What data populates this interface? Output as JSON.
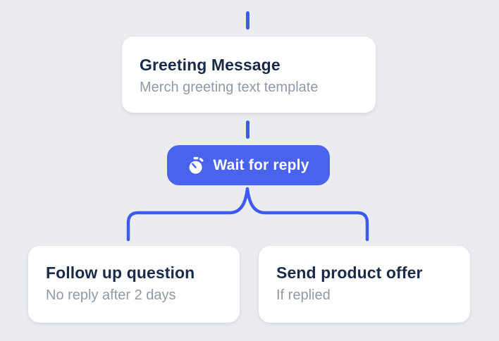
{
  "flow": {
    "root_node": {
      "title": "Greeting Message",
      "subtitle": "Merch greeting text template"
    },
    "wait_action": {
      "label": "Wait for reply",
      "icon": "stopwatch-icon"
    },
    "branches": [
      {
        "title": "Follow up question",
        "subtitle": "No reply after 2 days"
      },
      {
        "title": "Send product offer",
        "subtitle": "If replied"
      }
    ]
  },
  "colors": {
    "canvas_bg": "#EAECEF",
    "card_bg": "#FFFFFF",
    "accent_blue": "#4A63EC",
    "connector_blue": "#3F5AF0",
    "title_text": "#1A2B4A",
    "subtitle_text": "#8F99A8",
    "pill_text": "#FFFFFF"
  }
}
